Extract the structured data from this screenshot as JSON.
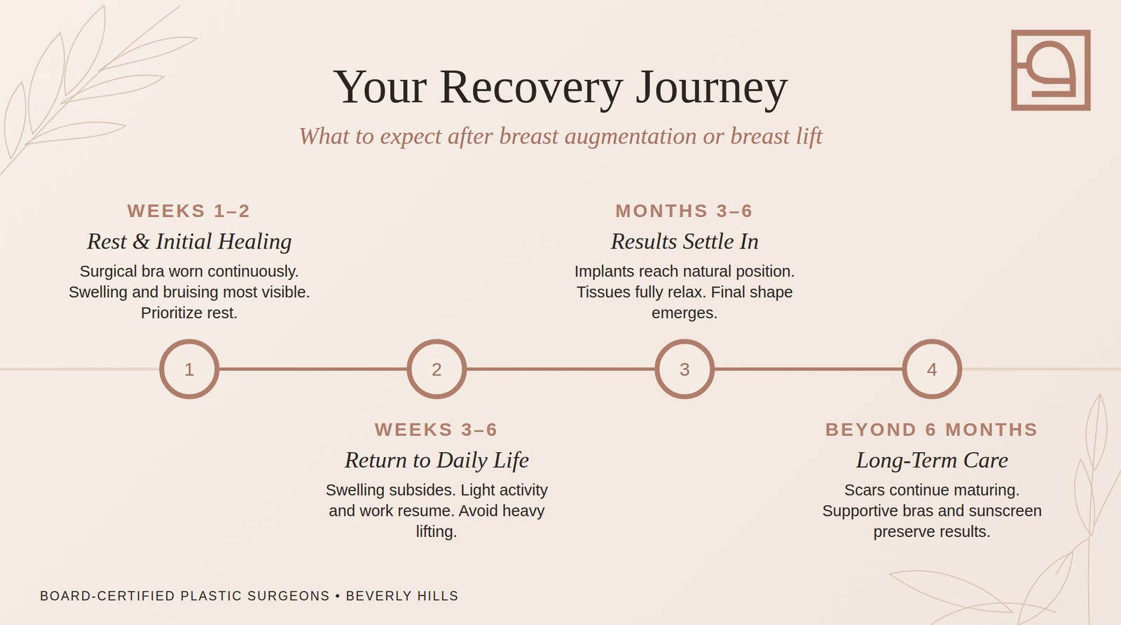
{
  "diagram": {
    "title": "Your Recovery Journey",
    "nodes": [
      {
        "text": [
          "1"
        ]
      },
      {
        "text": [
          "2"
        ]
      },
      {
        "text": [
          "3"
        ]
      },
      {
        "text": [
          "4"
        ]
      }
    ],
    "edges": [
      {
        "from": 0,
        "to": 1,
        "arrow": "none"
      },
      {
        "from": 1,
        "to": 2,
        "arrow": "none"
      },
      {
        "from": 2,
        "to": 3,
        "arrow": "none"
      }
    ],
    "labels": [
      "What to expect after breast augmentation or breast lift",
      "WEEKS 1–2",
      "Rest & Initial Healing",
      "Surgical bra worn continuously. Swelling and bruising most visible. Prioritize rest.",
      "WEEKS 3–6",
      "Return to Daily Life",
      "Swelling subsides. Light activity and work resume. Avoid heavy lifting.",
      "MONTHS 3–6",
      "Results Settle In",
      "Implants reach natural position. Tissues fully relax. Final shape emerges.",
      "BEYOND 6 MONTHS",
      "Long-Term Care",
      "Scars continue maturing. Supportive bras and sunscreen preserve results.",
      "BOARD-CERTIFIED PLASTIC SURGEONS • BEVERLY HILLS"
    ]
  }
}
